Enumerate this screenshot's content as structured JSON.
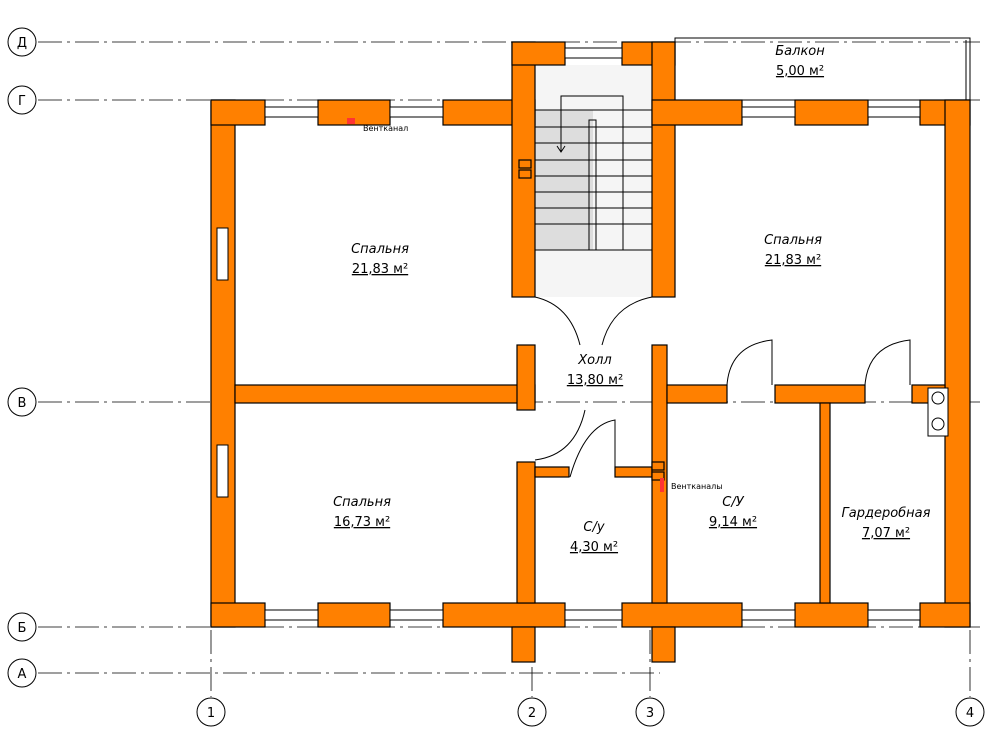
{
  "grid": {
    "rows": [
      "Д",
      "Г",
      "В",
      "Б",
      "А"
    ],
    "columns": [
      "1",
      "2",
      "3",
      "4"
    ]
  },
  "rooms": [
    {
      "name": "Балкон",
      "area": "5,00 м²"
    },
    {
      "name": "Спальня",
      "area": "21,83 м²"
    },
    {
      "name": "Спальня",
      "area": "21,83 м²"
    },
    {
      "name": "Холл",
      "area": "13,80 м²"
    },
    {
      "name": "Спальня",
      "area": "16,73 м²"
    },
    {
      "name": "С/у",
      "area": "4,30 м²"
    },
    {
      "name": "С/У",
      "area": "9,14 м²"
    },
    {
      "name": "Гардеробная",
      "area": "7,07 м²"
    }
  ],
  "notes": [
    "Вентканал",
    "Вентканалы"
  ],
  "colors": {
    "wall": "#ff8000"
  }
}
